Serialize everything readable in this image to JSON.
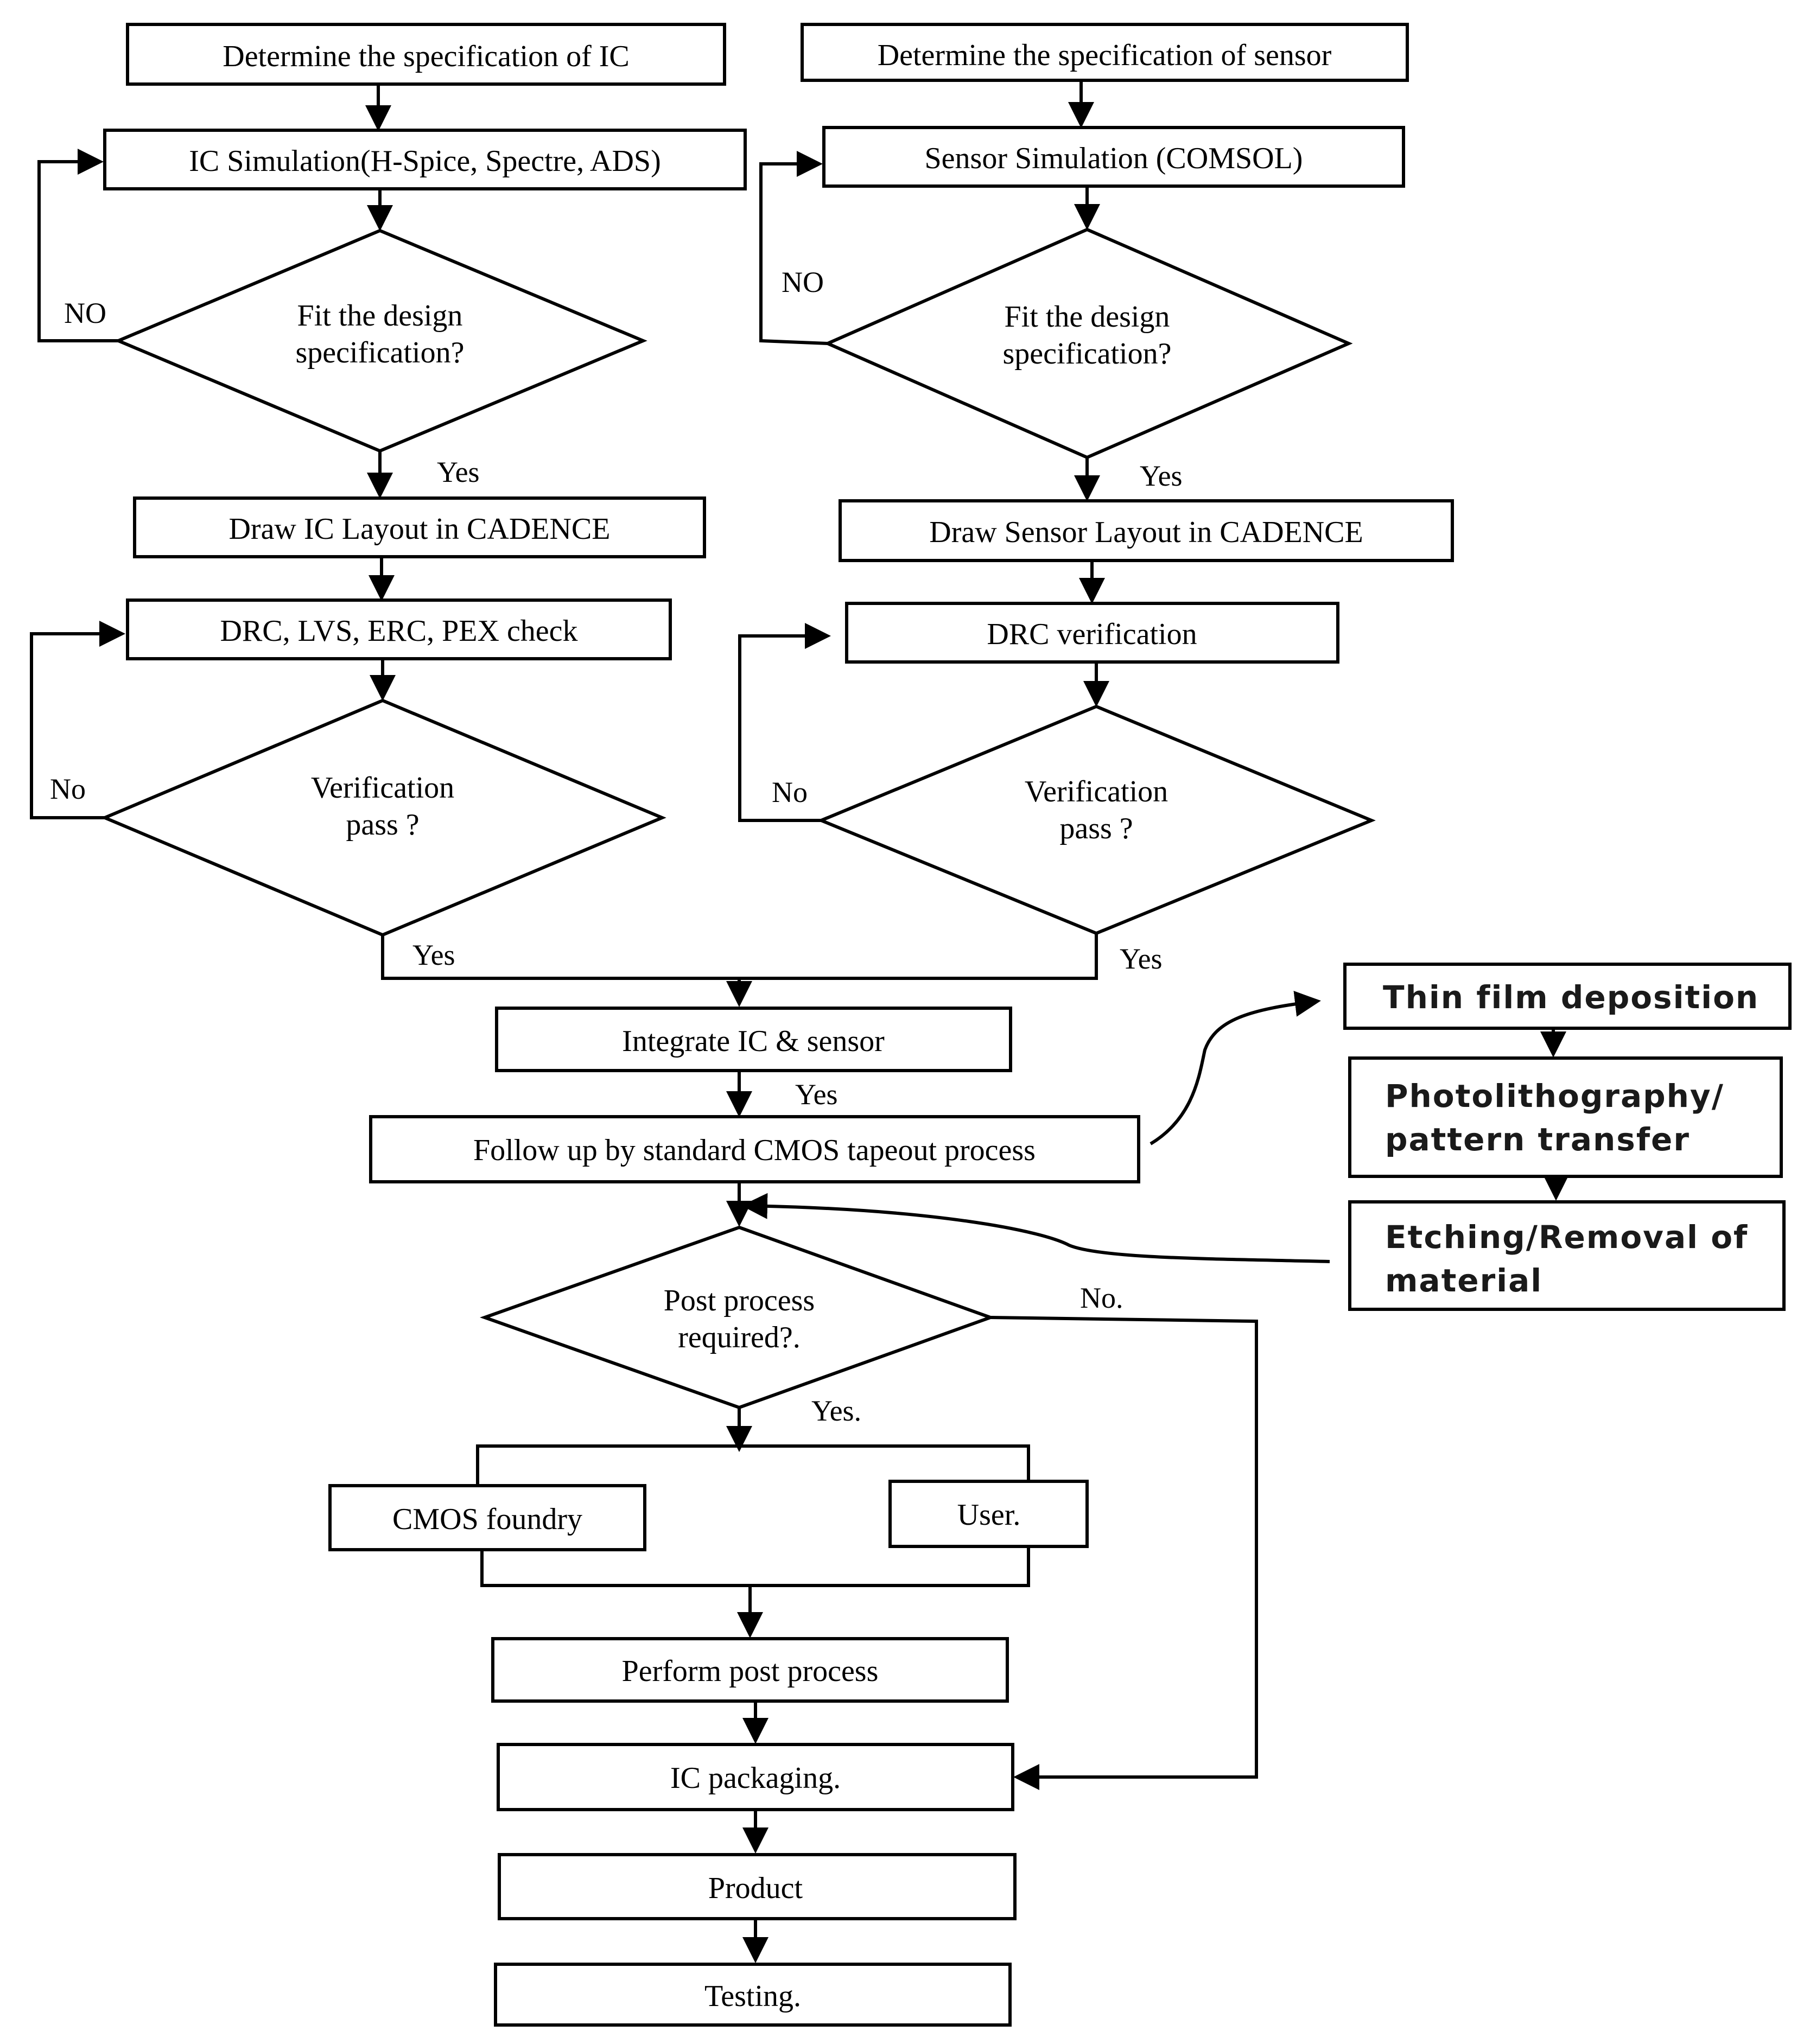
{
  "ic_branch": {
    "spec": "Determine the specification of IC",
    "simulation": "IC Simulation(H-Spice, Spectre, ADS)",
    "decision1_line1": "Fit the design",
    "decision1_line2": "specification?",
    "no1": "NO",
    "yes1": "Yes",
    "layout": "Draw IC Layout in CADENCE",
    "check": "DRC, LVS, ERC, PEX check",
    "decision2_line1": "Verification",
    "decision2_line2": "pass ?",
    "no2": "No",
    "yes2": "Yes"
  },
  "sensor_branch": {
    "spec": "Determine the specification of sensor",
    "simulation": "Sensor Simulation (COMSOL)",
    "decision1_line1": "Fit the design",
    "decision1_line2": "specification?",
    "no1": "NO",
    "yes1": "Yes",
    "layout": "Draw Sensor Layout in CADENCE",
    "check": "DRC verification",
    "decision2_line1": "Verification",
    "decision2_line2": "pass ?",
    "no2": "No",
    "yes2": "Yes"
  },
  "main": {
    "integrate": "Integrate IC & sensor",
    "yes_integrate": "Yes",
    "tapeout": "Follow up by standard CMOS tapeout process",
    "post_line1": "Post process",
    "post_line2": "required?.",
    "no_post": "No.",
    "yes_post": "Yes.",
    "foundry": "CMOS foundry",
    "user": "User.",
    "perform": "Perform post process",
    "packaging": "IC packaging.",
    "product": "Product",
    "testing": "Testing."
  },
  "process_steps": {
    "step1": "Thin film deposition",
    "step2_line1": "Photolithography/",
    "step2_line2": "pattern transfer",
    "step3_line1": "Etching/Removal of",
    "step3_line2": "material"
  }
}
